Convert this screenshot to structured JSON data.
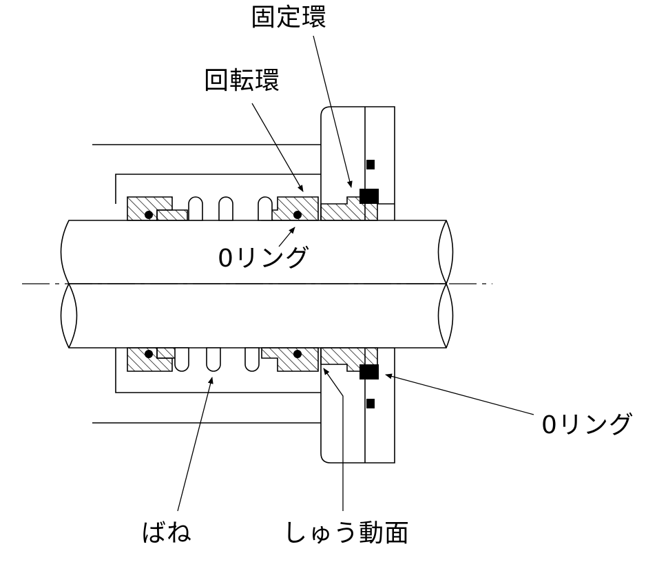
{
  "labels": {
    "fixed_ring": "固定環",
    "rotating_ring": "回転環",
    "o_ring_center": "0リング",
    "o_ring_right": "0リング",
    "spring": "ばね",
    "sliding_surface": "しゅう動面"
  },
  "colors": {
    "line": "#000000",
    "background": "#ffffff",
    "fill_solid": "#000000"
  }
}
